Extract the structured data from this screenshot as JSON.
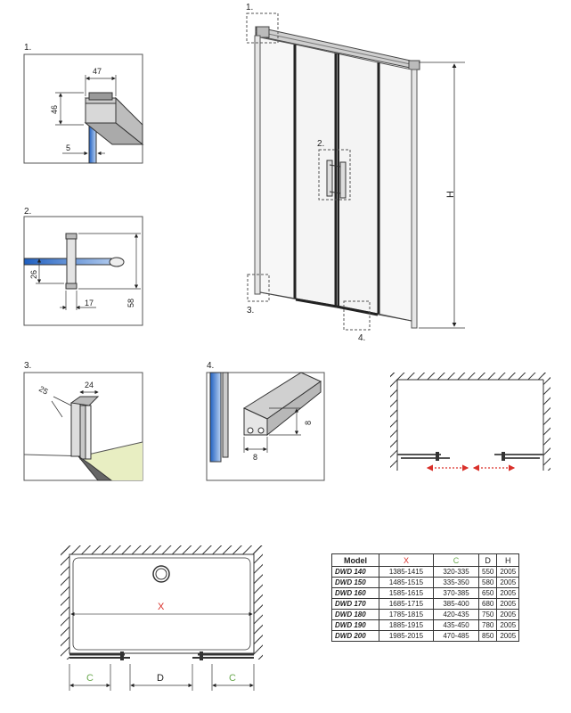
{
  "callouts": {
    "c1_top": "1.",
    "c2_handle": "2.",
    "c3_bottom": "3.",
    "c4_bottom": "4."
  },
  "main": {
    "height_label": "H"
  },
  "detail1": {
    "number": "1.",
    "dim_width": "47",
    "dim_height": "46",
    "dim_glass": "5"
  },
  "detail2": {
    "number": "2.",
    "dim_handle_h": "26",
    "dim_handle_d": "17",
    "dim_total": "58"
  },
  "detail3": {
    "number": "3.",
    "dim_a": "25",
    "dim_b": "24"
  },
  "detail4": {
    "number": "4.",
    "dim_h": "8",
    "dim_w": "8"
  },
  "plan": {
    "x_label": "X",
    "c_left": "C",
    "d_label": "D",
    "c_right": "C"
  },
  "colors": {
    "glass": "#4a86d8",
    "arrow": "#d9302a",
    "c_dim": "#6aa84f",
    "x_dim": "#d9302a",
    "floor": "#e8eec2"
  },
  "table": {
    "headers": [
      "Model",
      "X",
      "C",
      "D",
      "H"
    ],
    "rows": [
      [
        "DWD 140",
        "1385-1415",
        "320-335",
        "550",
        "2005"
      ],
      [
        "DWD 150",
        "1485-1515",
        "335-350",
        "580",
        "2005"
      ],
      [
        "DWD 160",
        "1585-1615",
        "370-385",
        "650",
        "2005"
      ],
      [
        "DWD 170",
        "1685-1715",
        "385-400",
        "680",
        "2005"
      ],
      [
        "DWD 180",
        "1785-1815",
        "420-435",
        "750",
        "2005"
      ],
      [
        "DWD 190",
        "1885-1915",
        "435-450",
        "780",
        "2005"
      ],
      [
        "DWD 200",
        "1985-2015",
        "470-485",
        "850",
        "2005"
      ]
    ]
  }
}
